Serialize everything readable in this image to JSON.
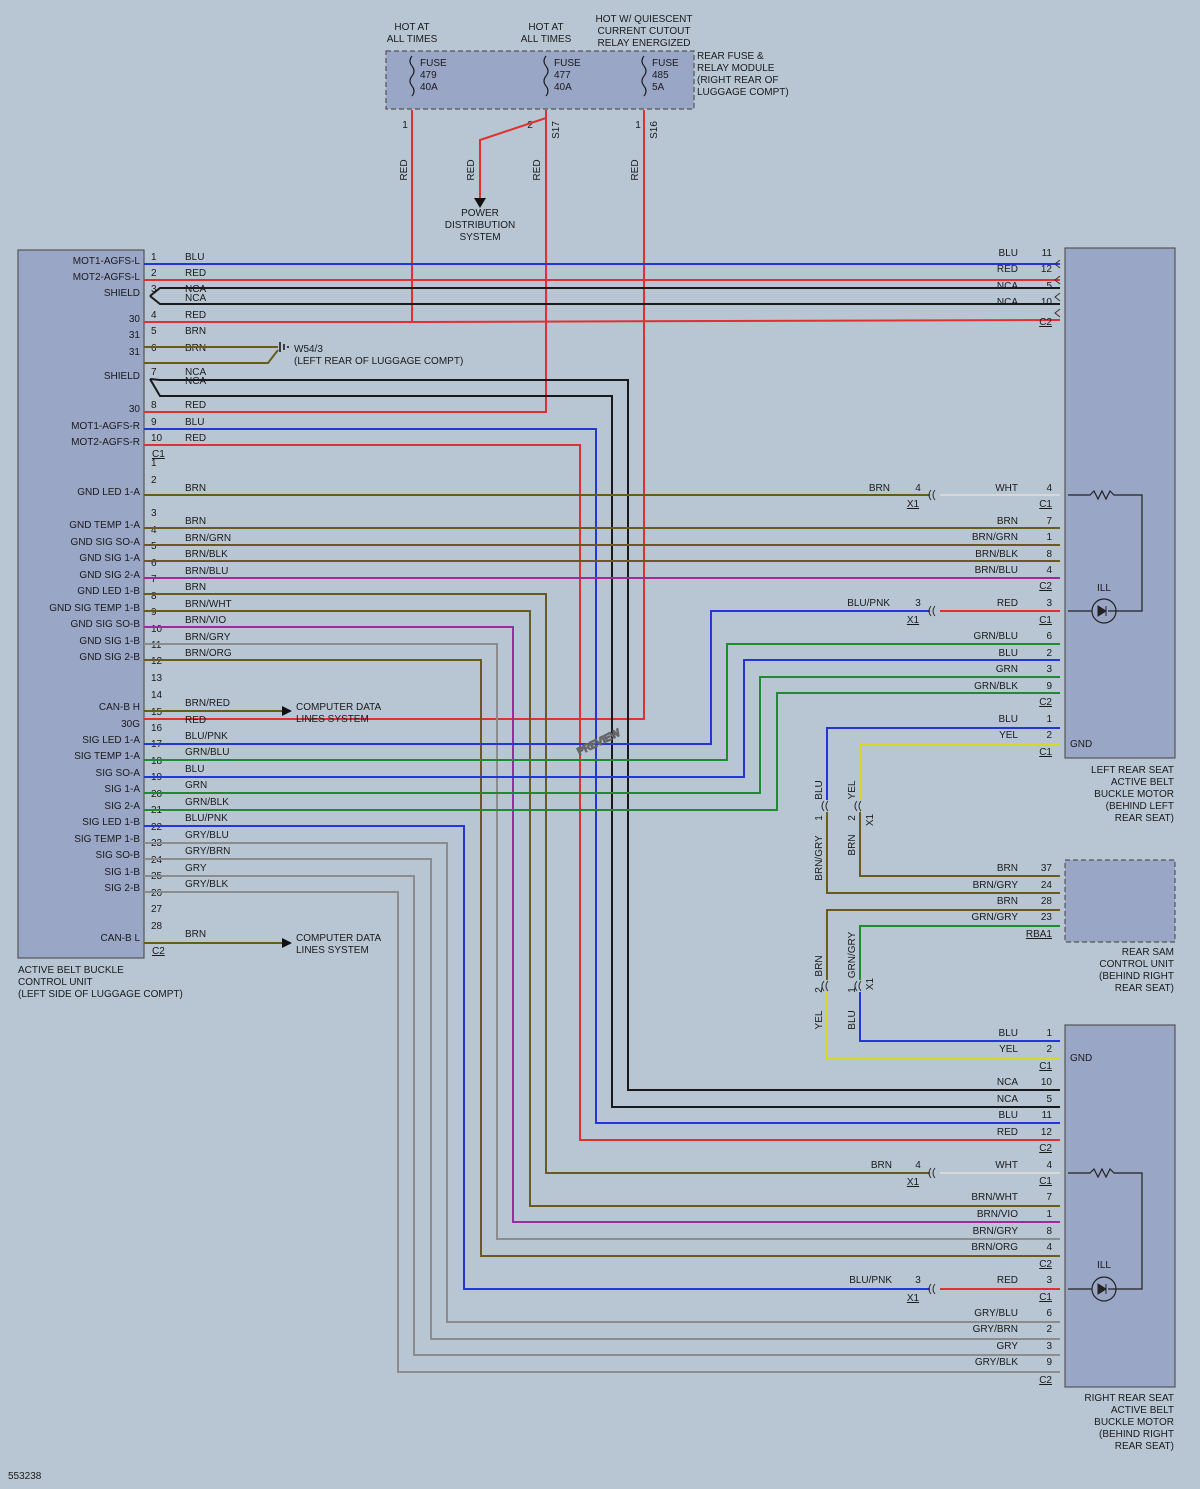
{
  "colors": {
    "RED": "#e03030",
    "BLU": "#2436d8",
    "NCA": "#1a1a1a",
    "BRN": "#6b5a1e",
    "WHT": "#d8d8d8",
    "YEL": "#d8d820",
    "GRN": "#1e8c2e",
    "GRY": "#8c8c8c",
    "VIO": "#9c2c9c",
    "ORG": "#e08020",
    "BLK": "#1a1a1a",
    "PNK": "#e080a0",
    "background": "#b8c6d4",
    "module": "#9aa6c6"
  },
  "fuse_box": {
    "heads": [
      [
        "HOT AT",
        "ALL TIMES"
      ],
      [
        "HOT AT",
        "ALL TIMES"
      ],
      [
        "HOT W/ QUIESCENT",
        "CURRENT CUTOUT",
        "RELAY ENERGIZED"
      ]
    ],
    "fuses": [
      [
        "FUSE",
        "479",
        "40A"
      ],
      [
        "FUSE",
        "477",
        "40A"
      ],
      [
        "FUSE",
        "485",
        "5A"
      ]
    ],
    "label": [
      "REAR FUSE &",
      "RELAY MODULE",
      "(RIGHT REAR OF",
      "LUGGAGE COMPT)"
    ],
    "pins": [
      "1",
      "2",
      "1"
    ],
    "splices": [
      "S17",
      "S16"
    ],
    "wire_colors": [
      "RED",
      "RED",
      "RED",
      "RED"
    ],
    "power_dist": [
      "POWER",
      "DISTRIBUTION",
      "SYSTEM"
    ]
  },
  "left_unit": {
    "label": [
      "ACTIVE BELT BUCKLE",
      "CONTROL UNIT",
      "(LEFT SIDE OF LUGGAGE COMPT)"
    ],
    "c1": [
      [
        "1",
        "MOT1-AGFS-L",
        "BLU"
      ],
      [
        "2",
        "MOT2-AGFS-L",
        "RED"
      ],
      [
        "3",
        "SHIELD",
        "NCA"
      ],
      [
        "",
        "",
        "NCA"
      ],
      [
        "4",
        "30",
        "RED"
      ],
      [
        "5",
        "31",
        "BRN"
      ],
      [
        "6",
        "31",
        "BRN"
      ],
      [
        "7",
        "SHIELD",
        "NCA"
      ],
      [
        "",
        "",
        "NCA"
      ],
      [
        "8",
        "30",
        "RED"
      ],
      [
        "9",
        "MOT1-AGFS-R",
        "BLU"
      ],
      [
        "10",
        "MOT2-AGFS-R",
        "RED"
      ]
    ],
    "c1_label": "C1",
    "c2": [
      [
        "1",
        "",
        ""
      ],
      [
        "2",
        "GND LED 1-A",
        "BRN"
      ],
      [
        "3",
        "GND TEMP 1-A",
        "BRN"
      ],
      [
        "4",
        "GND SIG SO-A",
        "BRN/GRN"
      ],
      [
        "5",
        "GND SIG 1-A",
        "BRN/BLK"
      ],
      [
        "6",
        "GND SIG 2-A",
        "BRN/BLU"
      ],
      [
        "7",
        "GND LED 1-B",
        "BRN"
      ],
      [
        "8",
        "GND SIG TEMP 1-B",
        "BRN/WHT"
      ],
      [
        "9",
        "GND SIG SO-B",
        "BRN/VIO"
      ],
      [
        "10",
        "GND SIG 1-B",
        "BRN/GRY"
      ],
      [
        "11",
        "GND SIG 2-B",
        "BRN/ORG"
      ],
      [
        "12",
        "",
        ""
      ],
      [
        "13",
        "",
        ""
      ],
      [
        "14",
        "CAN-B H",
        "BRN/RED"
      ],
      [
        "15",
        "30G",
        "RED"
      ],
      [
        "16",
        "SIG LED 1-A",
        "BLU/PNK"
      ],
      [
        "17",
        "SIG TEMP 1-A",
        "GRN/BLU"
      ],
      [
        "18",
        "SIG SO-A",
        "BLU"
      ],
      [
        "19",
        "SIG 1-A",
        "GRN"
      ],
      [
        "20",
        "SIG 2-A",
        "GRN/BLK"
      ],
      [
        "21",
        "SIG LED 1-B",
        "BLU/PNK"
      ],
      [
        "22",
        "SIG TEMP 1-B",
        "GRY/BLU"
      ],
      [
        "23",
        "SIG SO-B",
        "GRY/BRN"
      ],
      [
        "24",
        "SIG 1-B",
        "GRY"
      ],
      [
        "25",
        "SIG 2-B",
        "GRY/BLK"
      ],
      [
        "26",
        "",
        ""
      ],
      [
        "27",
        "",
        ""
      ],
      [
        "28",
        "CAN-B L",
        "BRN"
      ]
    ],
    "c2_label": "C2",
    "ground": [
      "W54/3",
      "(LEFT REAR OF LUGGAGE COMPT)"
    ],
    "can": [
      "COMPUTER DATA",
      "LINES SYSTEM"
    ]
  },
  "left_motor": {
    "c2a": [
      [
        "BLU",
        "11"
      ],
      [
        "RED",
        "12"
      ],
      [
        "NCA",
        "5"
      ],
      [
        "NCA",
        "10"
      ]
    ],
    "c1a": [
      [
        "BRN",
        "WHT",
        "4"
      ]
    ],
    "c2b": [
      [
        "BRN",
        "7"
      ],
      [
        "BRN/GRN",
        "1"
      ],
      [
        "BRN/BLK",
        "8"
      ],
      [
        "BRN/BLU",
        "4"
      ]
    ],
    "c1b": [
      [
        "BLU/PNK",
        "RED",
        "3"
      ]
    ],
    "c2c": [
      [
        "GRN/BLU",
        "6"
      ],
      [
        "BLU",
        "2"
      ],
      [
        "GRN",
        "3"
      ],
      [
        "GRN/BLK",
        "9"
      ]
    ],
    "c1c": [
      [
        "BLU",
        "1"
      ],
      [
        "YEL",
        "2"
      ]
    ],
    "gnd": "GND",
    "ill": "ILL",
    "x1": "X1",
    "c1": "C1",
    "c2": "C2",
    "label": [
      "LEFT REAR SEAT",
      "ACTIVE BELT",
      "BUCKLE MOTOR",
      "(BEHIND LEFT",
      "REAR SEAT)"
    ]
  },
  "sam": {
    "wires": [
      [
        "BRN",
        "37"
      ],
      [
        "BRN/GRY",
        "24"
      ],
      [
        "BRN",
        "28"
      ],
      [
        "GRN/GRY",
        "23"
      ]
    ],
    "conn": "RBA1",
    "label": [
      "REAR SAM",
      "CONTROL UNIT",
      "(BEHIND RIGHT",
      "REAR SEAT)"
    ],
    "x1_top": [
      [
        "BLU",
        "1"
      ],
      [
        "YEL",
        "2"
      ],
      [
        "BRN/GRY",
        ""
      ],
      [
        "BRN",
        ""
      ]
    ],
    "x1_bot": [
      [
        "BRN",
        "2"
      ],
      [
        "GRN/GRY",
        "1"
      ],
      [
        "YEL",
        ""
      ],
      [
        "BLU",
        ""
      ]
    ]
  },
  "right_motor": {
    "c1a": [
      [
        "BLU",
        "1"
      ],
      [
        "YEL",
        "2"
      ]
    ],
    "c2a": [
      [
        "NCA",
        "10"
      ],
      [
        "NCA",
        "5"
      ],
      [
        "BLU",
        "11"
      ],
      [
        "RED",
        "12"
      ]
    ],
    "c1b": [
      [
        "BRN",
        "WHT",
        "4"
      ]
    ],
    "c2b": [
      [
        "BRN/WHT",
        "7"
      ],
      [
        "BRN/VIO",
        "1"
      ],
      [
        "BRN/GRY",
        "8"
      ],
      [
        "BRN/ORG",
        "4"
      ]
    ],
    "c1c": [
      [
        "BLU/PNK",
        "RED",
        "3"
      ]
    ],
    "c2c": [
      [
        "GRY/BLU",
        "6"
      ],
      [
        "GRY/BRN",
        "2"
      ],
      [
        "GRY",
        "3"
      ],
      [
        "GRY/BLK",
        "9"
      ]
    ],
    "label": [
      "RIGHT REAR SEAT",
      "ACTIVE BELT",
      "BUCKLE MOTOR",
      "(BEHIND RIGHT",
      "REAR SEAT)"
    ]
  },
  "figure_id": "553238",
  "watermark": "PREVIEW"
}
